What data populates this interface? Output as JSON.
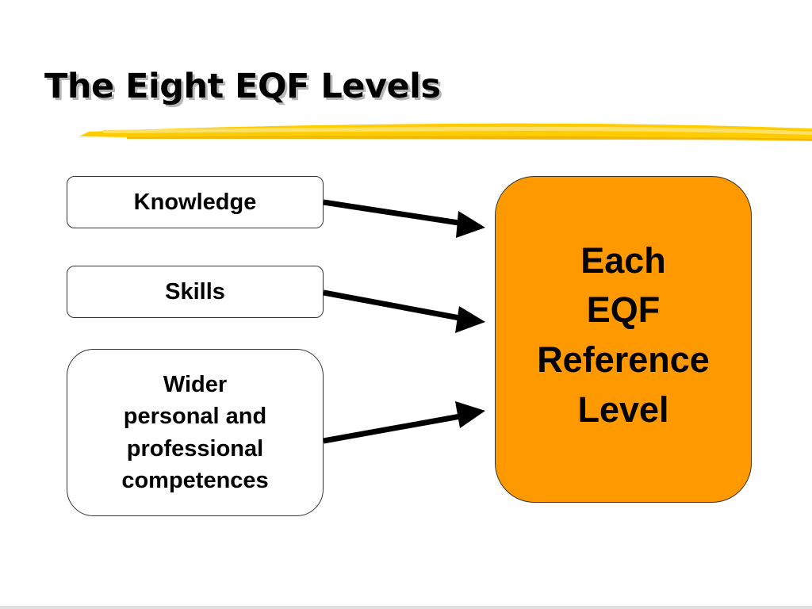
{
  "slide": {
    "title": "The Eight EQF Levels"
  },
  "inputs": {
    "knowledge": "Knowledge",
    "skills": "Skills",
    "competences": "Wider\npersonal and\nprofessional\ncompetences"
  },
  "target": {
    "label": "Each\nEQF\nReference\nLevel"
  },
  "colors": {
    "target_fill": "#ff9900",
    "underline": "#ffcc00",
    "arrow": "#000000"
  }
}
